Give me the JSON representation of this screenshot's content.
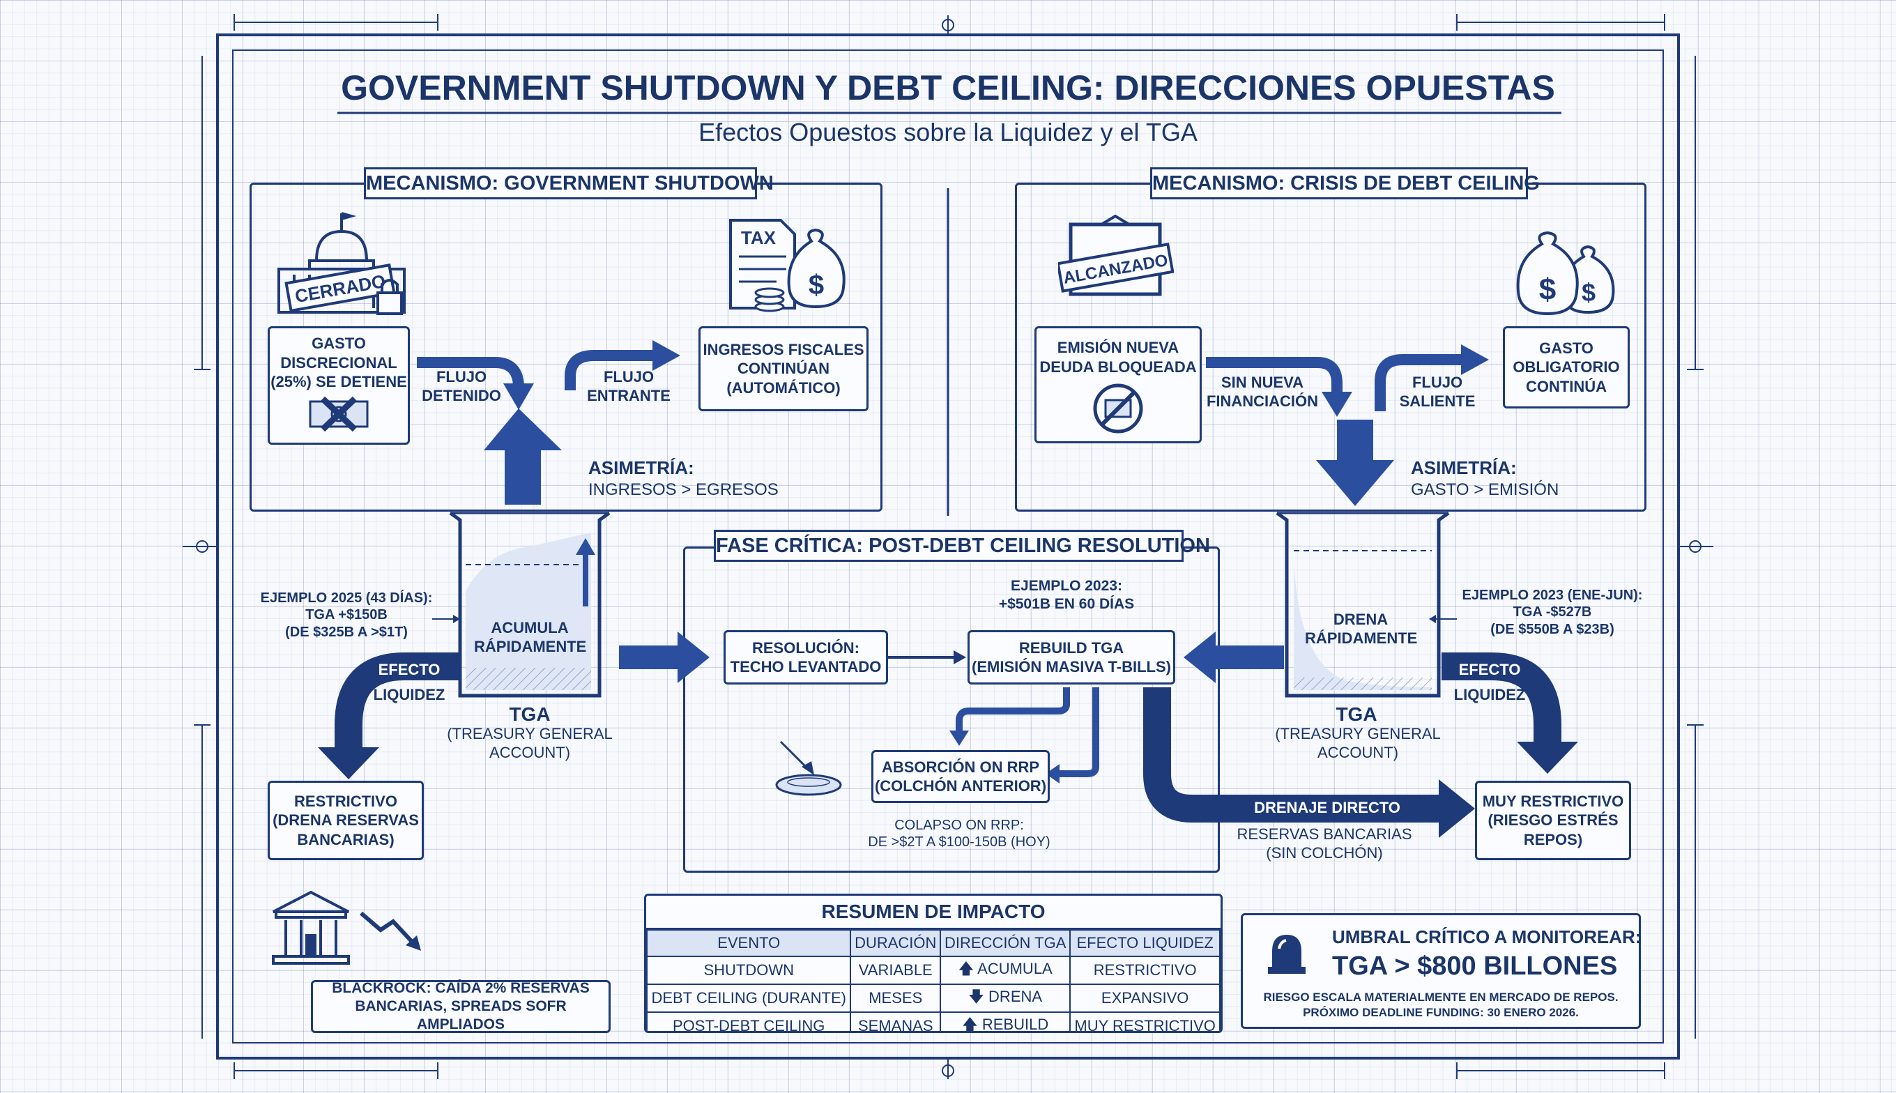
{
  "title": "GOVERNMENT SHUTDOWN Y DEBT CEILING: DIRECCIONES OPUESTAS",
  "subtitle": "Efectos Opuestos sobre la Liquidez y el TGA",
  "left": {
    "header": "MECANISMO: GOVERNMENT SHUTDOWN",
    "stamp": "CERRADO",
    "spending_box": [
      "GASTO",
      "DISCRECIONAL",
      "(25%) SE DETIENE"
    ],
    "flow_stopped": [
      "FLUJO",
      "DETENIDO"
    ],
    "flow_in": [
      "FLUJO",
      "ENTRANTE"
    ],
    "tax_label": "TAX",
    "revenue_box": [
      "INGRESOS FISCALES",
      "CONTINÚAN",
      "(AUTOMÁTICO)"
    ],
    "asym_title": "ASIMETRÍA:",
    "asym_text": "INGRESOS > EGRESOS",
    "example": [
      "EJEMPLO 2025 (43 DÍAS):",
      "TGA +$150B",
      "(DE $325B A >$1T)"
    ],
    "tank_text": [
      "ACUMULA",
      "RÁPIDAMENTE"
    ],
    "tga_title": "TGA",
    "tga_sub": [
      "(TREASURY GENERAL",
      "ACCOUNT)"
    ],
    "effect": [
      "EFECTO",
      "LIQUIDEZ"
    ],
    "result_box": [
      "RESTRICTIVO",
      "(DRENA RESERVAS",
      "BANCARIAS)"
    ]
  },
  "right": {
    "header": "MECANISMO: CRISIS DE DEBT CEILING",
    "sign": "ALCANZADO",
    "issuance_box": [
      "EMISIÓN NUEVA",
      "DEUDA BLOQUEADA"
    ],
    "no_funding": [
      "SIN NUEVA",
      "FINANCIACIÓN"
    ],
    "flow_out": [
      "FLUJO",
      "SALIENTE"
    ],
    "mandatory_box": [
      "GASTO",
      "OBLIGATORIO",
      "CONTINÚA"
    ],
    "asym_title": "ASIMETRÍA:",
    "asym_text": "GASTO > EMISIÓN",
    "example": [
      "EJEMPLO 2023 (ENE-JUN):",
      "TGA -$527B",
      "(DE $550B A $23B)"
    ],
    "tank_text": [
      "DRENA",
      "RÁPIDAMENTE"
    ],
    "tga_title": "TGA",
    "tga_sub": [
      "(TREASURY GENERAL",
      "ACCOUNT)"
    ],
    "effect": [
      "EFECTO",
      "LIQUIDEZ"
    ],
    "result_box": [
      "MUY RESTRICTIVO",
      "(RIESGO ESTRÉS",
      "REPOS)"
    ]
  },
  "center": {
    "header": "FASE CRÍTICA: POST-DEBT CEILING RESOLUTION",
    "example": [
      "EJEMPLO 2023:",
      "+$501B EN 60 DÍAS"
    ],
    "resolution_box": [
      "RESOLUCIÓN:",
      "TECHO LEVANTADO"
    ],
    "rebuild_box": [
      "REBUILD TGA",
      "(EMISIÓN MASIVA T-BILLS)"
    ],
    "rrp_box": [
      "ABSORCIÓN ON RRP",
      "(COLCHÓN ANTERIOR)"
    ],
    "rrp_note": [
      "COLAPSO ON RRP:",
      "DE >$2T A $100-150B (HOY)"
    ],
    "direct_drain": "DRENAJE DIRECTO",
    "reserves": [
      "RESERVAS BANCARIAS",
      "(SIN COLCHÓN)"
    ]
  },
  "blackrock": [
    "BLACKROCK: CAÍDA 2% RESERVAS",
    "BANCARIAS, SPREADS SOFR AMPLIADOS"
  ],
  "summary": {
    "title": "RESUMEN DE IMPACTO",
    "columns": [
      "EVENTO",
      "DURACIÓN",
      "DIRECCIÓN TGA",
      "EFECTO LIQUIDEZ"
    ],
    "rows": [
      {
        "evento": "SHUTDOWN",
        "duracion": "VARIABLE",
        "arrow": "🡅",
        "direccion": "ACUMULA",
        "efecto": "RESTRICTIVO"
      },
      {
        "evento": "DEBT CEILING (DURANTE)",
        "duracion": "MESES",
        "arrow": "🡇",
        "direccion": "DRENA",
        "efecto": "EXPANSIVO"
      },
      {
        "evento": "POST-DEBT CEILING",
        "duracion": "SEMANAS",
        "arrow": "🡅",
        "direccion": "REBUILD",
        "efecto": "MUY RESTRICTIVO"
      }
    ]
  },
  "threshold": {
    "title": "UMBRAL CRÍTICO A MONITOREAR:",
    "value": "TGA > $800 BILLONES",
    "note1": "RIESGO ESCALA MATERIALMENTE EN MERCADO DE REPOS.",
    "note2": "PRÓXIMO DEADLINE FUNDING: 30 ENERO 2026."
  },
  "colors": {
    "ink": "#1f3a78",
    "arrow": "#2b4f9e",
    "paper": "#f7f9fd"
  }
}
